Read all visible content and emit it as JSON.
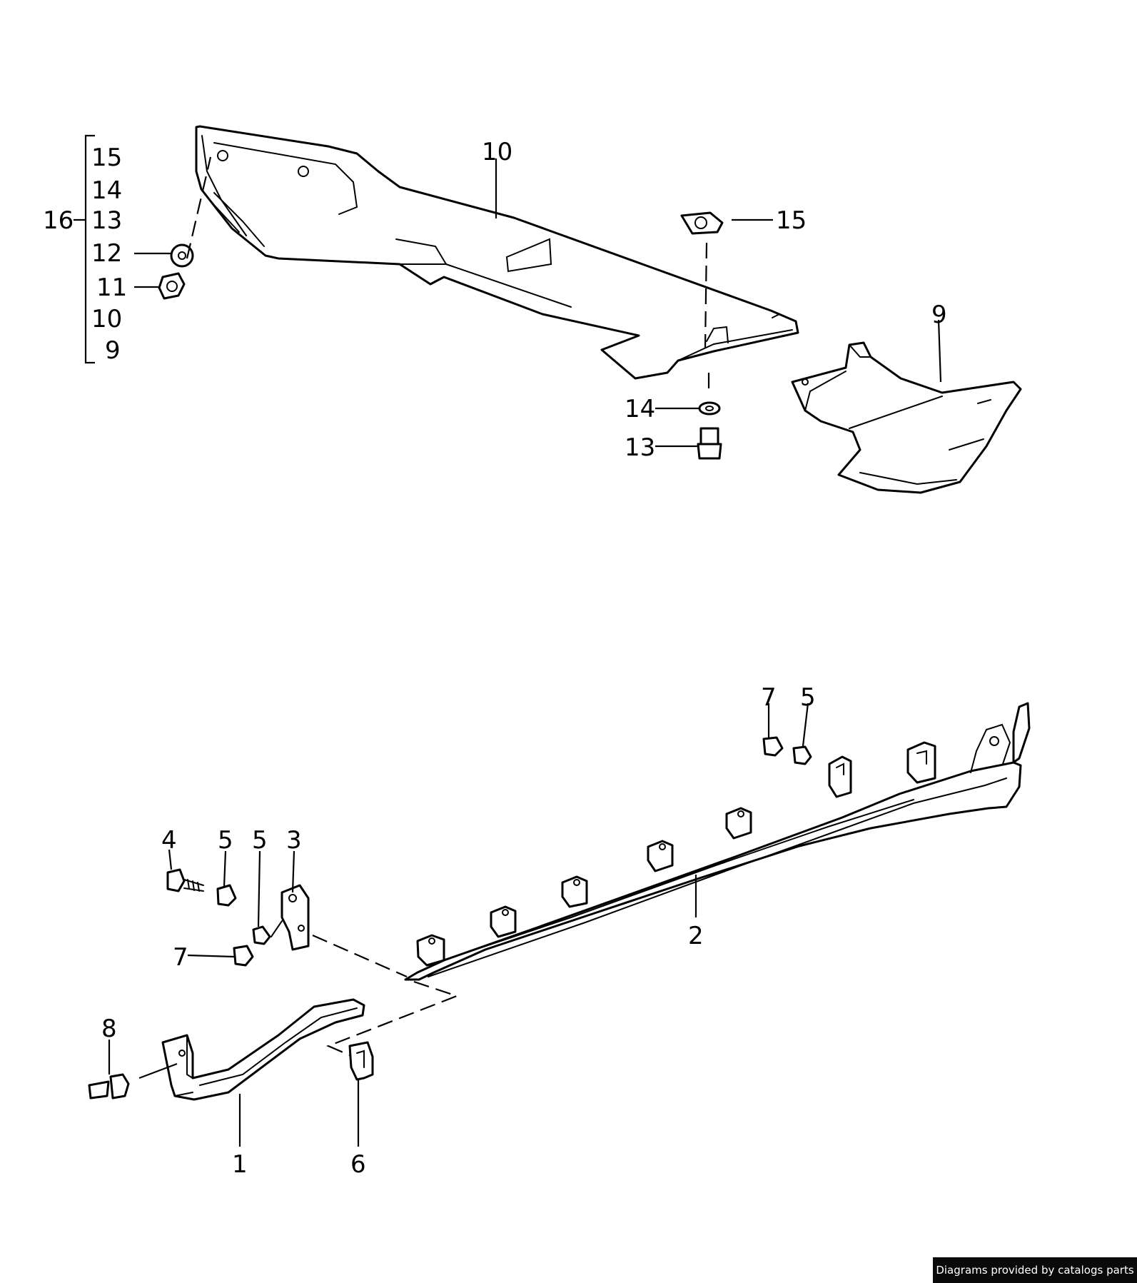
{
  "labels": {
    "l16": "16",
    "l15a": "15",
    "l14a": "14",
    "l13a": "13",
    "l12": "12",
    "l11": "11",
    "l10a": "10",
    "l9a": "9",
    "l10": "10",
    "l15": "15",
    "l9": "9",
    "l14": "14",
    "l13": "13",
    "l7a": "7",
    "l5a": "5",
    "l4": "4",
    "l5b": "5",
    "l5c": "5",
    "l3": "3",
    "l7b": "7",
    "l2": "2",
    "l8": "8",
    "l1": "1",
    "l6": "6"
  },
  "footer": {
    "credit": "Diagrams provided by catalogs parts"
  }
}
